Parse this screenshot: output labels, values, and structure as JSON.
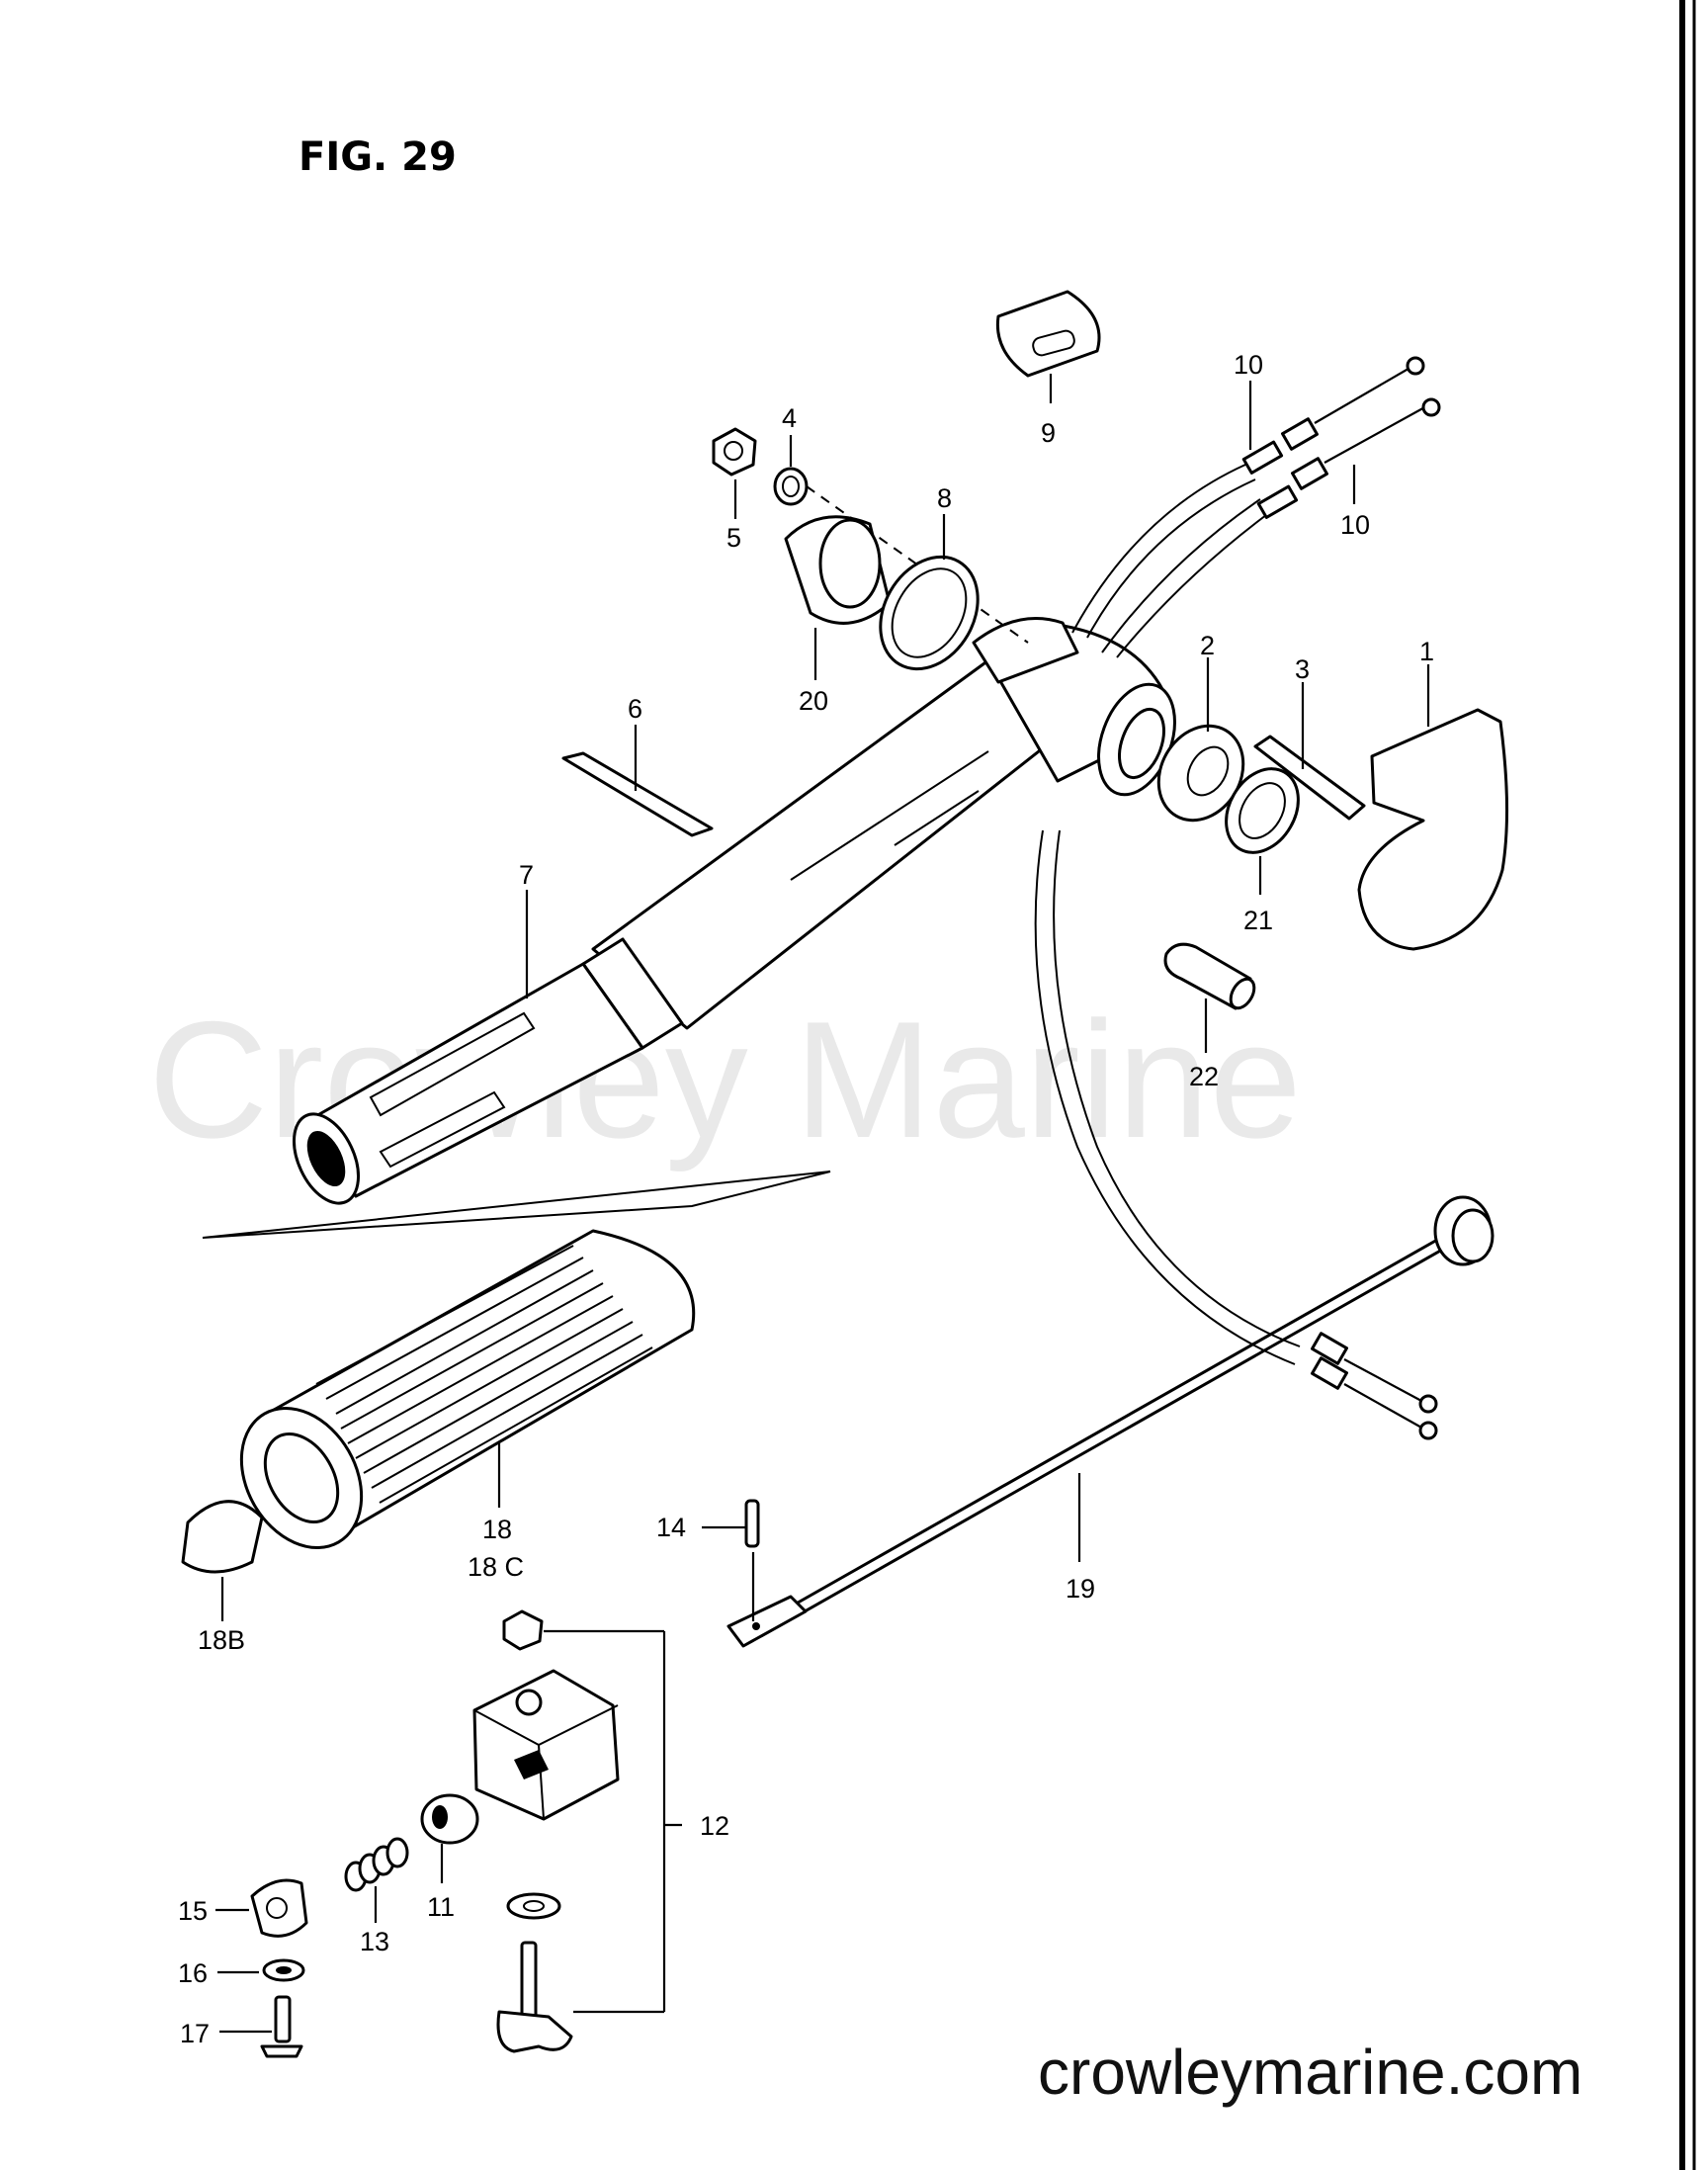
{
  "figure": {
    "title": "FIG. 29"
  },
  "watermark": "Crowley Marine",
  "site_url": "crowleymarine.com",
  "callouts": {
    "p1": "1",
    "p2": "2",
    "p3": "3",
    "p4": "4",
    "p5": "5",
    "p6": "6",
    "p7": "7",
    "p8": "8",
    "p9": "9",
    "p10a": "10",
    "p10b": "10",
    "p11": "11",
    "p12": "12",
    "p13": "13",
    "p14": "14",
    "p15": "15",
    "p16": "16",
    "p17": "17",
    "p18": "18",
    "p18c": "18 C",
    "p18b": "18B",
    "p19": "19",
    "p20": "20",
    "p21": "21",
    "p22": "22"
  }
}
